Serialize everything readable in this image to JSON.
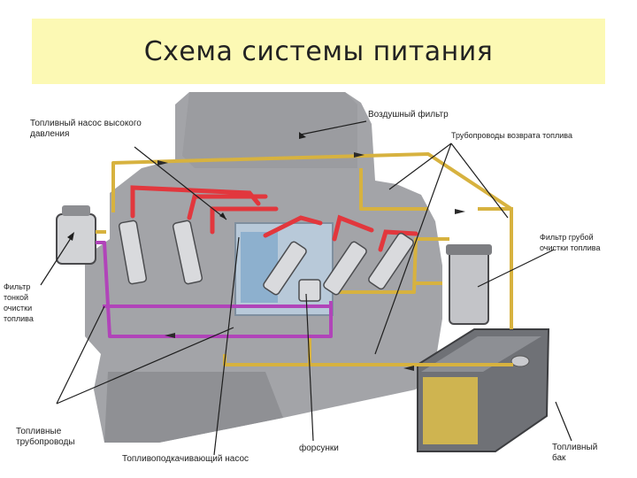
{
  "title": "Схема системы питания",
  "labels": {
    "hp_pump": "Топливный насос высокого давления",
    "air_filter": "Воздушный фильтр",
    "return_lines": "Трубопроводы возврата топлива",
    "coarse_filter": "Фильтр грубой очистки топлива",
    "fine_filter": "Фильтр тонкой очистки топлива",
    "fuel_lines": "Топливные трубопроводы",
    "booster_pump": "Топливоподкачивающий насос",
    "injectors": "форсунки",
    "tank": "Топливный бак"
  },
  "colors": {
    "banner": "#fcf9b4",
    "engine": "#a3a4a8",
    "fuel_line": "#d7b23f",
    "hp_line": "#e2373d",
    "fine_line": "#b144b9"
  }
}
